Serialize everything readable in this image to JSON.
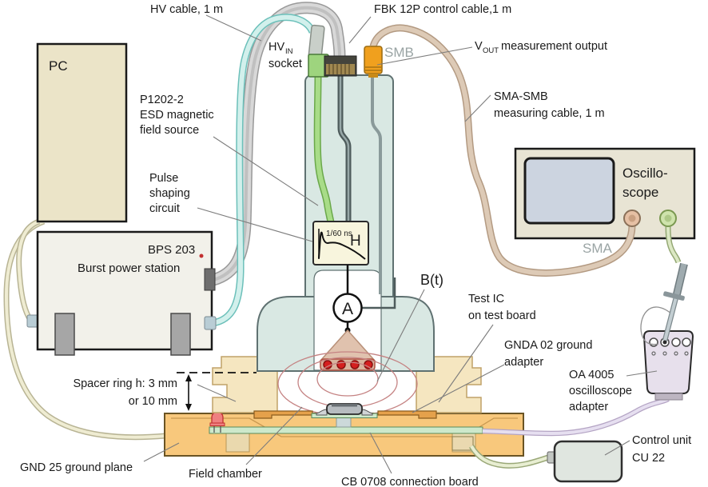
{
  "labels": {
    "hv_cable": "HV cable, 1 m",
    "hv_socket_main": "HV",
    "hv_socket_sub": "IN",
    "hv_socket_line2": "socket",
    "fbk": "FBK 12P control cable,1 m",
    "smb": "SMB",
    "vout_main": "V",
    "vout_sub": "OUT",
    "vout_rest": "measurement output",
    "sma_smb_1": "SMA-SMB",
    "sma_smb_2": "measuring cable, 1 m",
    "p1202_1": "P1202-2",
    "p1202_2": "ESD magnetic",
    "p1202_3": "field source",
    "pulse_1": "Pulse",
    "pulse_2": "shaping",
    "pulse_3": "circuit",
    "pc": "PC",
    "bps_1": "BPS 203",
    "bps_2": "Burst power station",
    "bt": "B(t)",
    "test_ic_1": "Test IC",
    "test_ic_2": "on test board",
    "gnda_1": "GNDA 02 ground",
    "gnda_2": "adapter",
    "oa_1": "OA 4005",
    "oa_2": "oscilloscope",
    "oa_3": "adapter",
    "spacer_1": "Spacer ring h:  3 mm",
    "spacer_2": "or 10 mm",
    "gnd25": "GND 25 ground plane",
    "field_chamber": "Field chamber",
    "cb0708": "CB 0708 connection board",
    "osc_1": "Oscillo-",
    "osc_2": "scope",
    "sma": "SMA",
    "cu_1": "Control unit",
    "cu_2": "CU 22",
    "pulse_time": "1/60 ns",
    "pulse_h": "H",
    "ammeter": "A"
  },
  "colors": {
    "device_body": "#d9e8e3",
    "ground_plane": "#f8c87c",
    "spacer_ring": "#f5e6c0",
    "pc_box": "#ebe4c8",
    "bps_box": "#f2f1ea",
    "oscilloscope_box": "#e8e4d4",
    "screen": "#ccd4e0",
    "smb_connector": "#f0a01e",
    "hv_socket_green": "#9ed47e",
    "hv_cable_cyan": "#d2f0ec",
    "fbk_cable_gray": "#d8d8d8",
    "sma_cable_tan": "#ddcab6",
    "coil_red": "#d51f1f",
    "field_line": "#c58383",
    "pcb_green": "#cde9cb",
    "adapter_lavender": "#e7e0ec",
    "gnda_orange": "#e5a14b",
    "label_gray": "#9aa4a4"
  }
}
